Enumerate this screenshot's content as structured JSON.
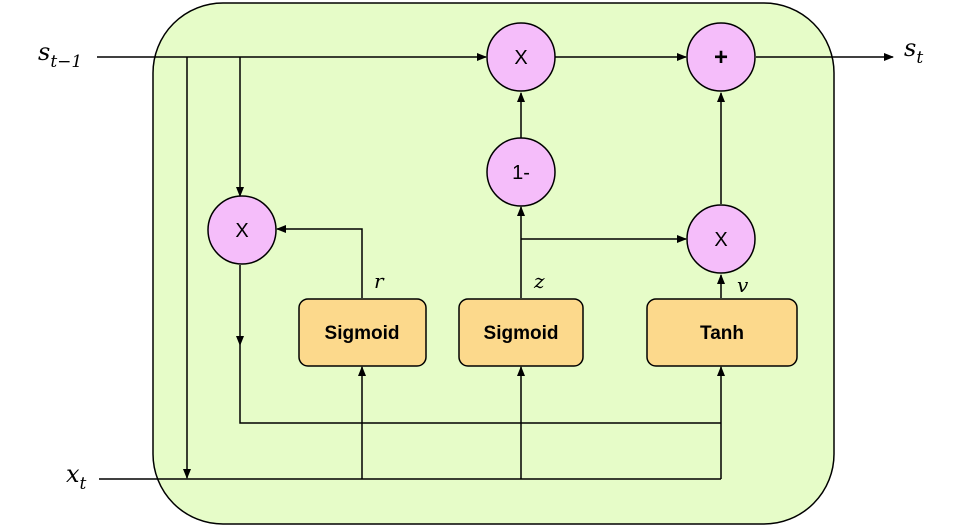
{
  "colors": {
    "cell_fill": "#e6fcc8",
    "node_fill": "#f5bdfa",
    "gate_fill": "#fcd98c",
    "line": "#000000"
  },
  "inputs": {
    "prev_state": {
      "base": "s",
      "sub": "t−1"
    },
    "input": {
      "base": "x",
      "sub": "t"
    }
  },
  "outputs": {
    "state": {
      "base": "s",
      "sub": "t"
    }
  },
  "operators": {
    "multiply_top": "X",
    "add_top": "+",
    "one_minus": "1-",
    "multiply_left": "X",
    "multiply_right": "X"
  },
  "gates": {
    "reset": {
      "label": "Sigmoid",
      "output": "r"
    },
    "update": {
      "label": "Sigmoid",
      "output": "z"
    },
    "candidate": {
      "label": "Tanh",
      "output": "v"
    }
  }
}
